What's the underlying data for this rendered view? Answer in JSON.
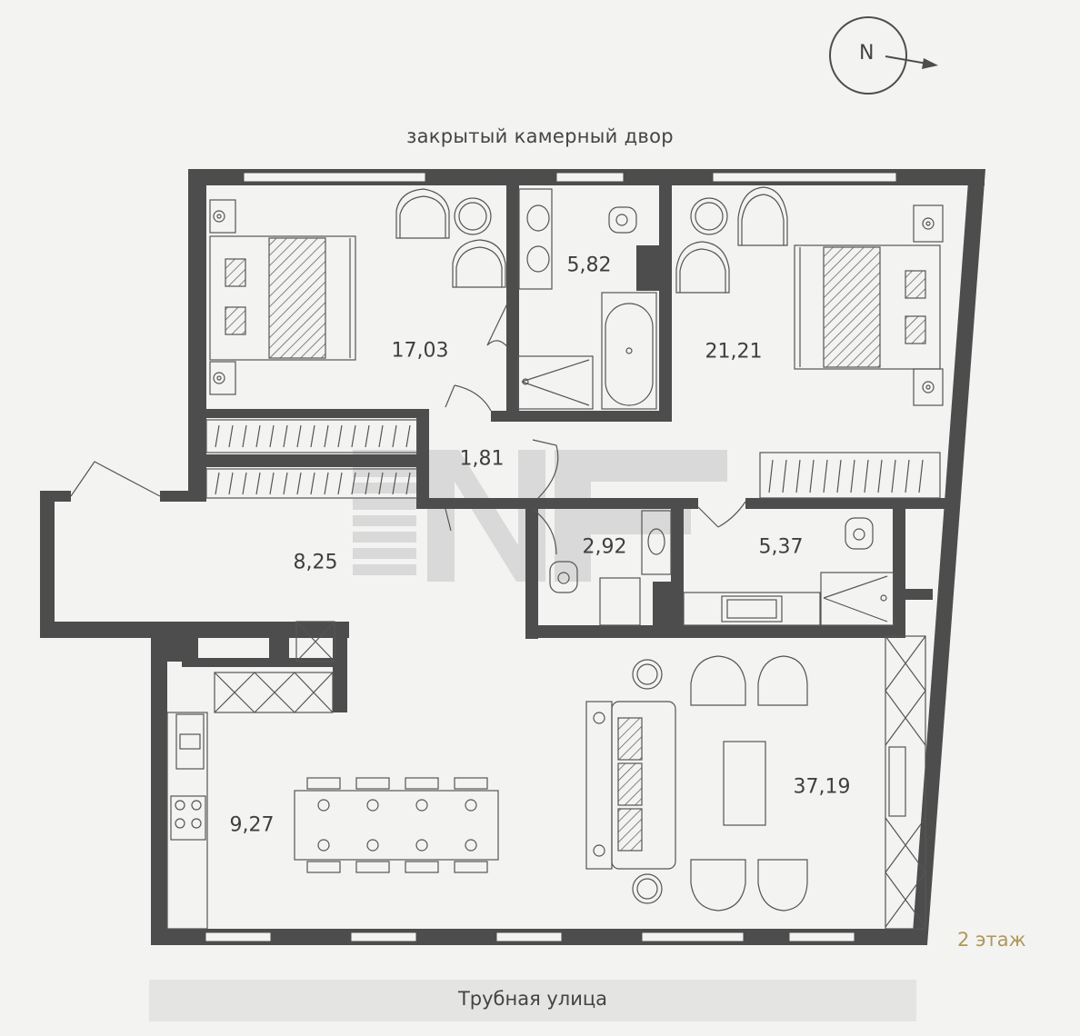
{
  "compass": {
    "label": "N"
  },
  "labels": {
    "courtyard": "закрытый камерный двор",
    "street": "Трубная улица",
    "floor": "2 этаж"
  },
  "rooms": [
    {
      "id": "bedroom-1",
      "area": "17,03"
    },
    {
      "id": "bathroom-1",
      "area": "5,82"
    },
    {
      "id": "bedroom-2",
      "area": "21,21"
    },
    {
      "id": "corridor",
      "area": "1,81"
    },
    {
      "id": "hall",
      "area": "8,25"
    },
    {
      "id": "wc",
      "area": "2,92"
    },
    {
      "id": "bathroom-2",
      "area": "5,37"
    },
    {
      "id": "kitchen",
      "area": "9,27"
    },
    {
      "id": "living-room",
      "area": "37,19"
    }
  ],
  "colors": {
    "wall": "#4d4d4d",
    "background": "#f3f3f1",
    "floor_label": "#b0975a",
    "street_bar": "#e4e4e2"
  }
}
